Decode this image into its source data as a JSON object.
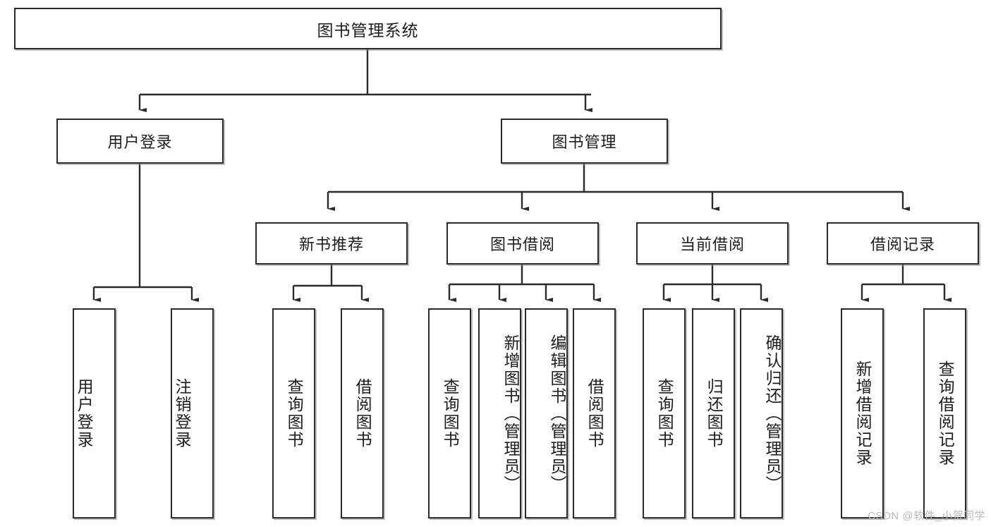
{
  "diagram": {
    "title": "图书管理系统",
    "root": {
      "label": "图书管理系统"
    },
    "level2": [
      {
        "label": "用户登录"
      },
      {
        "label": "图书管理"
      }
    ],
    "level3": [
      {
        "label": "新书推荐"
      },
      {
        "label": "图书借阅"
      },
      {
        "label": "当前借阅"
      },
      {
        "label": "借阅记录"
      }
    ],
    "leaves": [
      {
        "label": "用户登录"
      },
      {
        "label": "注销登录"
      },
      {
        "label": "查询图书"
      },
      {
        "label": "借阅图书"
      },
      {
        "label": "查询图书"
      },
      {
        "label": "新增图书（管理员）"
      },
      {
        "label": "编辑图书（管理员）"
      },
      {
        "label": "借阅图书"
      },
      {
        "label": "查询图书"
      },
      {
        "label": "归还图书"
      },
      {
        "label": "确认归还（管理员）"
      },
      {
        "label": "新增借阅记录"
      },
      {
        "label": "查询借阅记录"
      }
    ]
  },
  "watermark": {
    "text": "CSDN @软件_小贺同学"
  },
  "colors": {
    "border": "#2b2b2b",
    "background": "#ffffff",
    "text": "#1d1d1d",
    "watermark": "#b9b9b9"
  }
}
